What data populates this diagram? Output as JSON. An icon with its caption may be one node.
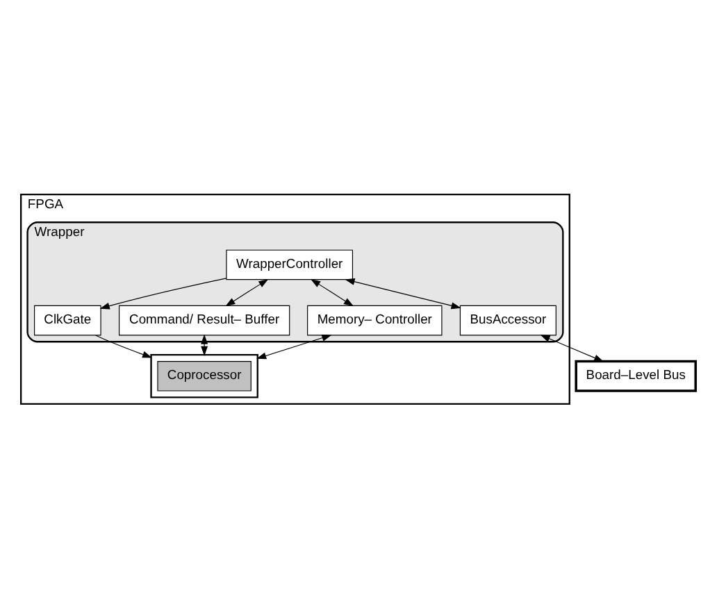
{
  "diagram": {
    "nodes": [
      {
        "text": [
          "FPGA"
        ]
      },
      {
        "text": [
          "Wrapper"
        ],
        "in": 0
      },
      {
        "text": [
          "WrapperController"
        ],
        "in": 1
      },
      {
        "text": [
          "ClkGate"
        ],
        "in": 1
      },
      {
        "text": [
          "Command/ Result– Buffer"
        ],
        "in": 1
      },
      {
        "text": [
          "Memory– Controller"
        ],
        "in": 1
      },
      {
        "text": [
          "BusAccessor"
        ],
        "in": 1
      },
      {
        "text": [],
        "shape": "box",
        "in": 0
      },
      {
        "text": [
          "Coprocessor"
        ],
        "in": 7
      },
      {
        "text": [
          "Board–Level Bus"
        ]
      }
    ],
    "edges": [
      {
        "from": 2,
        "to": 5,
        "arrow": "both"
      },
      {
        "from": 2,
        "to": 3,
        "arrow": "to"
      },
      {
        "from": 2,
        "to": 4,
        "arrow": "both"
      },
      {
        "from": 2,
        "to": 6,
        "arrow": "both"
      },
      {
        "from": 3,
        "to": 7,
        "arrow": "to"
      },
      {
        "from": 5,
        "to": 7,
        "arrow": "both"
      },
      {
        "from": 7,
        "to": 4,
        "arrow": "both"
      },
      {
        "from": 6,
        "to": 9,
        "arrow": "both"
      }
    ]
  }
}
